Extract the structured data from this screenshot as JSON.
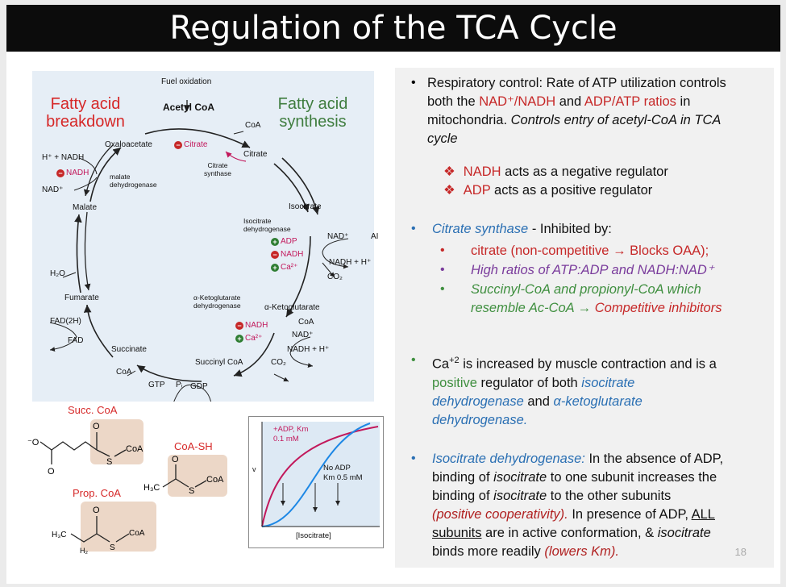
{
  "title": "Regulation of the TCA Cycle",
  "page_number": "18",
  "diagram": {
    "fuel_oxidation": "Fuel oxidation",
    "acetyl_coa": "Acetyl CoA",
    "coa_top": "CoA",
    "fatty_acid_breakdown_1": "Fatty acid",
    "fatty_acid_breakdown_2": "breakdown",
    "fatty_acid_synthesis_1": "Fatty acid",
    "fatty_acid_synthesis_2": "synthesis",
    "oxaloacetate": "Oxaloacetate",
    "citrate_reg": "Citrate",
    "citrate": "Citrate",
    "citrate_synthase": "Citrate synthase",
    "h_nadh": "H⁺ + NADH",
    "nadh_left": "NADH",
    "nad_left": "NAD⁺",
    "malate_dh": "malate dehydrogenase",
    "malate": "Malate",
    "isocitrate": "Isocitrate",
    "isocitrate_dh": "Isocitrate dehydrogenase",
    "adp": "ADP",
    "nadh_mid": "NADH",
    "ca": "Ca²⁺",
    "nad_right": "NAD⁺",
    "nadh_h_right": "NADH + H⁺",
    "co2_right": "CO₂",
    "ad_cut": "AI",
    "h2o": "H₂O",
    "fumarate": "Fumarate",
    "akg_dh": "α-Ketoglutarate dehydrogenase",
    "akg": "α-Ketoglutarate",
    "coa_akg": "CoA",
    "nadh_akg": "NADH",
    "nad_akg": "NAD⁺",
    "ca_akg": "Ca²⁺",
    "nadh_h_akg": "NADH + H⁺",
    "fad2h": "FAD(2H)",
    "fad": "FAD",
    "succinate": "Succinate",
    "succinyl_coa": "Succinyl CoA",
    "co2_bottom": "CO₂",
    "coa_bottom": "CoA",
    "gtp": "GTP",
    "pi": "Pᵢ",
    "gdp": "GDP"
  },
  "structures": {
    "succ_coa": "Succ. CoA",
    "coa_sh": "CoA-SH",
    "prop_coa": "Prop. CoA",
    "coa_label": "CoA",
    "h3c": "H₃C",
    "h2": "H₂"
  },
  "graph": {
    "adp_label": "+ADP, Km",
    "adp_value": "0.1 mM",
    "noadp_label": "No ADP",
    "noadp_value": "Km 0.5 mM",
    "y_axis": "v",
    "x_axis": "[Isocitrate]",
    "colors": {
      "adp": "#c2185b",
      "noadp": "#1e88e5"
    }
  },
  "text": {
    "p1_a": "Respiratory control: Rate of ATP utilization controls",
    "p1_b1": "both the ",
    "p1_b_red1": "NAD⁺/NADH",
    "p1_b2": " and ",
    "p1_b_red2": "ADP/ATP ratios",
    "p1_b3": " in",
    "p1_c1": "mitochondria. ",
    "p1_c_italic": "Controls entry of acetyl-CoA in TCA",
    "p1_d_italic": "cycle",
    "sub1_red": "NADH",
    "sub1_rest": " acts as a negative regulator",
    "sub2_red": "ADP",
    "sub2_rest": " acts as a positive regulator",
    "p2_blue": "Citrate synthase",
    "p2_rest": " - Inhibited by:",
    "p2_i1": "citrate (non-competitive → Blocks OAA);",
    "p2_i2": "High ratios of ATP:ADP and NADH:NAD⁺",
    "p2_i3a": "Succinyl-CoA and propionyl-CoA which",
    "p2_i3b_green": "resemble Ac-CoA → ",
    "p2_i3b_red": "Competitive inhibitors",
    "p3_a1": "Ca",
    "p3_a_sup": "+2",
    "p3_a2": " is increased by muscle contraction and is a",
    "p3_b_green": "positive",
    "p3_b2": " regulator of both ",
    "p3_b_blue": "isocitrate",
    "p3_c_blue": "dehydrogenase",
    "p3_c2": " and ",
    "p3_c_blue2": "α-ketoglutarate",
    "p3_d_blue": "dehydrogenase.",
    "p4_a_blue": "Isocitrate dehydrogenase:",
    "p4_a2": " In the absence of ADP,",
    "p4_b1": "binding of ",
    "p4_b_it": "isocitrate",
    "p4_b2": " to one subunit increases the",
    "p4_c1": "binding of  ",
    "p4_c_it": "isocitrate",
    "p4_c2": " to the other subunits",
    "p4_d_darkred": "(positive cooperativity).",
    "p4_d2": " In presence of ADP,  ",
    "p4_d_u": "ALL",
    "p4_e_u": "subunits",
    "p4_e2": " are in active conformation, & ",
    "p4_e_it": "isocitrate",
    "p4_f1": "binds more readily ",
    "p4_f_darkred": "(lowers Km)."
  }
}
